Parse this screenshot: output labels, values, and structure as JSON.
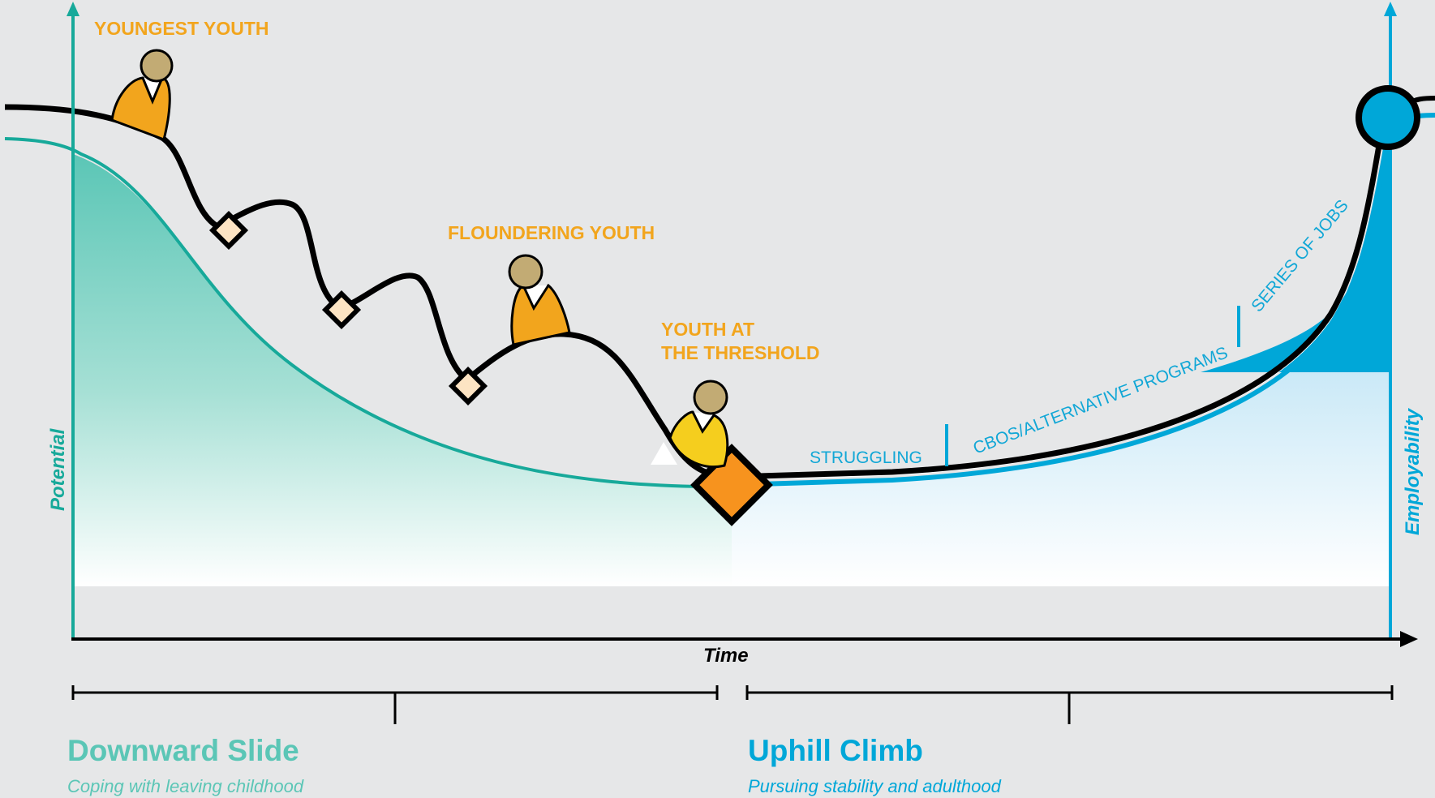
{
  "labels": {
    "youngest_youth": "YOUNGEST YOUTH",
    "floundering_youth": "FLOUNDERING YOUTH",
    "threshold_line1": "YOUTH AT",
    "threshold_line2": "THE THRESHOLD"
  },
  "stages": {
    "struggling": "STRUGGLING",
    "cbos": "CBOS/ALTERNATIVE PROGRAMS",
    "series_of_jobs": "SERIES OF JOBS"
  },
  "axes": {
    "left": "Potential",
    "right": "Employability",
    "bottom": "Time"
  },
  "phases": {
    "downward": {
      "title": "Downward Slide",
      "subtitle": "Coping with leaving childhood"
    },
    "uphill": {
      "title": "Uphill Climb",
      "subtitle": "Pursuing stability and adulthood"
    }
  },
  "colors": {
    "teal": "#17a99a",
    "teal_fill": "#5bc6b6",
    "blue": "#00a7d8",
    "orange": "#f7931e",
    "youth_orange": "#f2a51d",
    "youth_yellow": "#f5ce1e",
    "head": "#c2ab74",
    "background": "#e6e7e8"
  }
}
